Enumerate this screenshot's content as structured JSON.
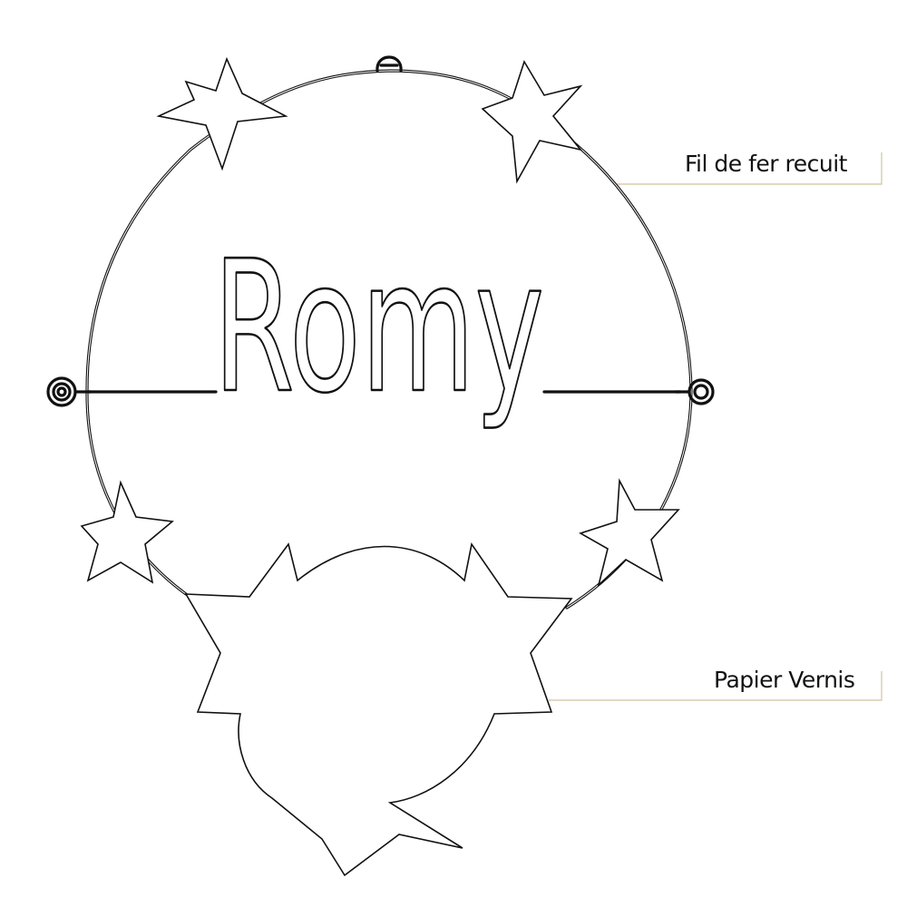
{
  "labels": {
    "wire": "Fil de fer recuit",
    "paper": "Papier Vernis"
  },
  "drawing": {
    "name_wire": "Romy"
  },
  "colors": {
    "ink": "#111111",
    "leader": "#d9ccae",
    "background": "#ffffff"
  }
}
